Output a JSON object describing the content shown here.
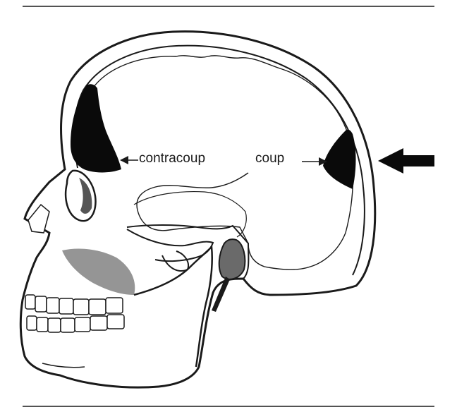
{
  "labels": {
    "contracoup": "contracoup",
    "coup": "coup"
  },
  "colors": {
    "ink": "#1a1a1a",
    "lesion": "#0a0a0a",
    "background": "#ffffff"
  },
  "icons": {
    "impact_arrow": "left-pointing-arrow",
    "lesion_pointer": "left-pointing-arrow"
  }
}
